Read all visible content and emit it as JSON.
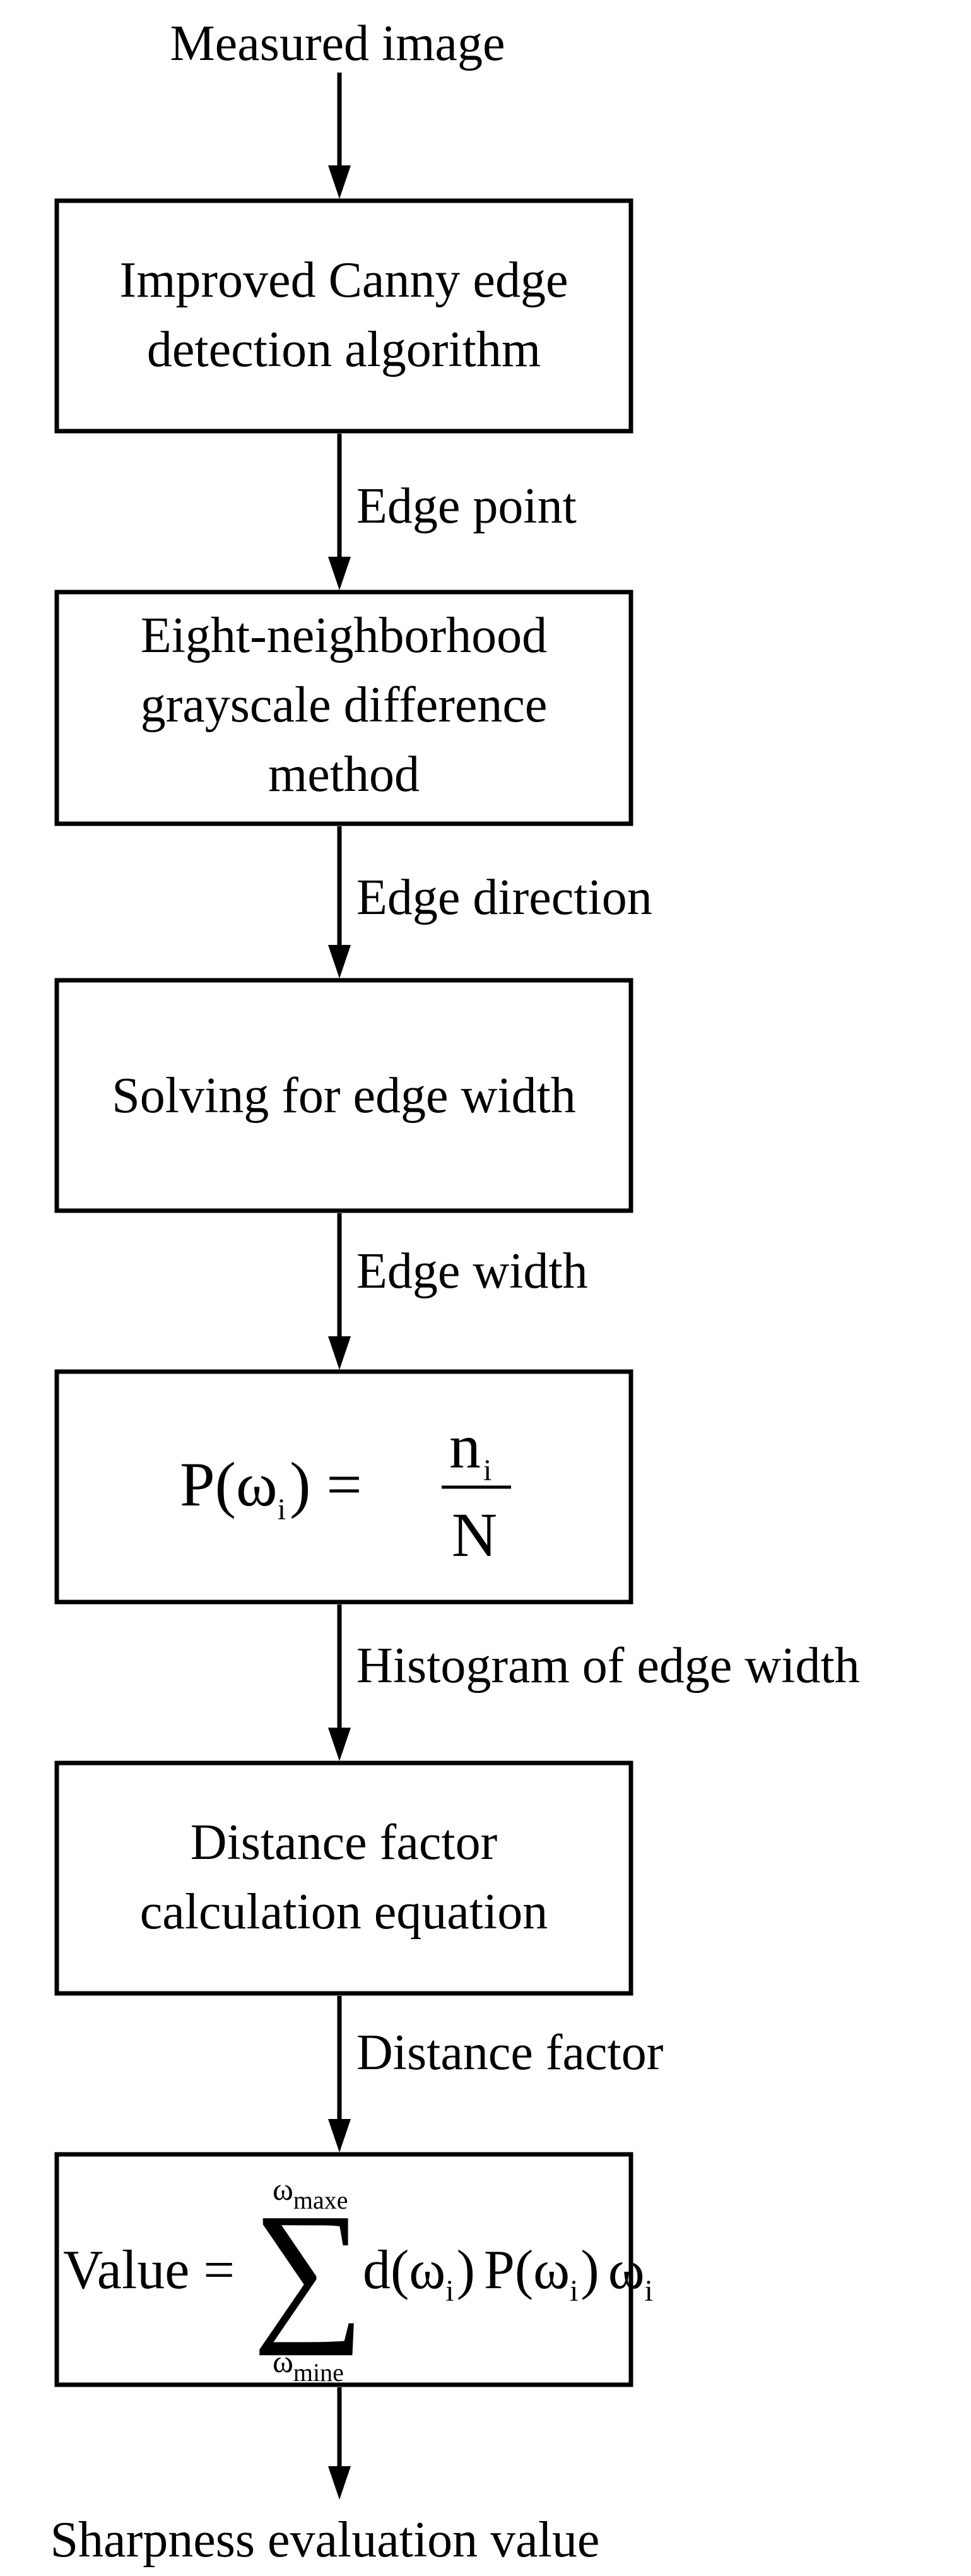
{
  "input_label": "Measured image",
  "output_label": "Sharpness evaluation value",
  "steps": [
    {
      "lines": [
        "Improved Canny edge",
        "detection algorithm"
      ]
    },
    {
      "lines": [
        "Eight-neighborhood",
        "grayscale difference",
        "method"
      ]
    },
    {
      "lines": [
        "Solving for edge width"
      ]
    },
    {
      "equation": {
        "lhs_fn": "P(ω",
        "lhs_sub": "i",
        "lhs_close": ") =",
        "numerator": "n",
        "numerator_sub": "i",
        "denominator": "N"
      }
    },
    {
      "lines": [
        "Distance factor",
        "calculation equation"
      ]
    },
    {
      "equation": {
        "lhs": "Value =",
        "sum_symbol": "∑",
        "upper_limit": "ω",
        "upper_limit_sub": "maxe",
        "lower_limit": "ω",
        "lower_limit_sub": "mine",
        "term_d": "d(ω",
        "term_d_sub": "i",
        "term_d_close": ")",
        "term_p": "P(ω",
        "term_p_sub": "i",
        "term_p_close": ")",
        "term_w": "ω",
        "term_w_sub": "i"
      }
    }
  ],
  "edge_labels": [
    "Edge point",
    "Edge direction",
    "Edge width",
    "Histogram of edge width",
    "Distance factor"
  ]
}
